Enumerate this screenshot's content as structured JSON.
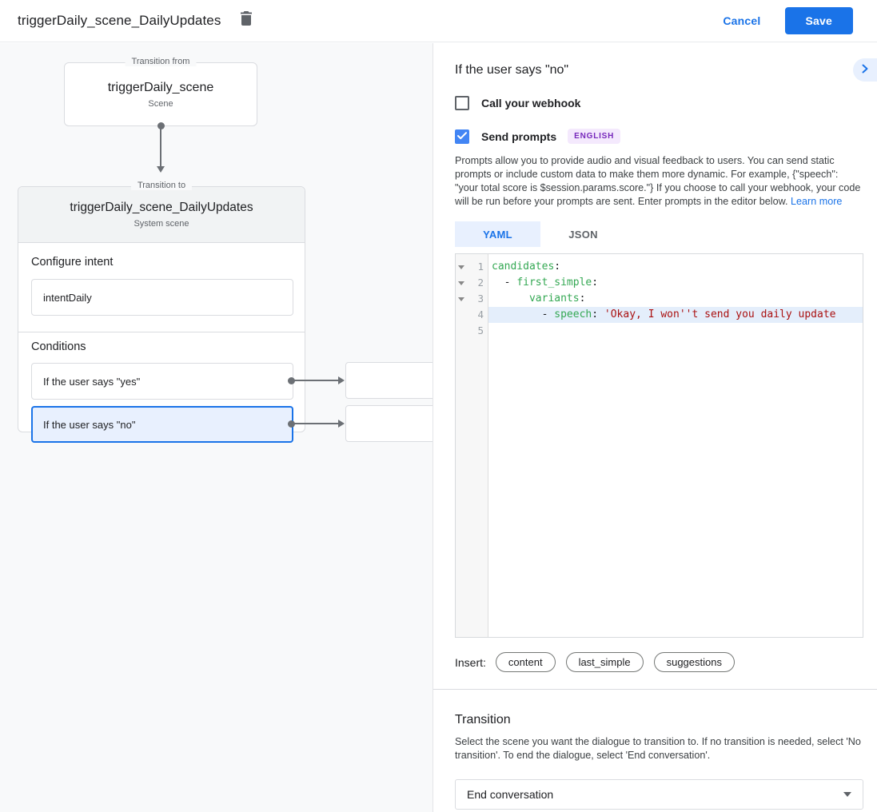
{
  "header": {
    "title": "triggerDaily_scene_DailyUpdates",
    "cancel_label": "Cancel",
    "save_label": "Save"
  },
  "canvas": {
    "from_box": {
      "legend": "Transition from",
      "title": "triggerDaily_scene",
      "subtitle": "Scene"
    },
    "to_card": {
      "legend": "Transition to",
      "title": "triggerDaily_scene_DailyUpdates",
      "subtitle": "System scene",
      "configure_intent_label": "Configure intent",
      "intent_value": "intentDaily",
      "conditions_label": "Conditions",
      "conditions": [
        {
          "label": "If the user says \"yes\"",
          "selected": false
        },
        {
          "label": "If the user says \"no\"",
          "selected": true
        }
      ]
    }
  },
  "panel": {
    "heading": "If the user says \"no\"",
    "webhook": {
      "label": "Call your webhook",
      "checked": false
    },
    "prompts": {
      "label": "Send prompts",
      "checked": true,
      "language_badge": "ENGLISH"
    },
    "description": "Prompts allow you to provide audio and visual feedback to users. You can send static prompts or include custom data to make them more dynamic. For example, {\"speech\": \"your total score is $session.params.score.\"} If you choose to call your webhook, your code will be run before your prompts are sent. Enter prompts in the editor below. ",
    "learn_more_label": "Learn more",
    "tabs": [
      {
        "label": "YAML",
        "active": true
      },
      {
        "label": "JSON",
        "active": false
      }
    ],
    "editor": {
      "gutter": [
        "1",
        "2",
        "3",
        "4",
        "5"
      ],
      "lines": [
        {
          "pre": "",
          "key": "candidates",
          "after": ":"
        },
        {
          "pre": "  - ",
          "key": "first_simple",
          "after": ":"
        },
        {
          "pre": "      ",
          "key": "variants",
          "after": ":"
        },
        {
          "pre": "        - ",
          "key": "speech",
          "after": ": ",
          "str": "'Okay, I won''t send you daily update"
        },
        {
          "pre": ""
        }
      ]
    },
    "insert": {
      "label": "Insert:",
      "chips": [
        "content",
        "last_simple",
        "suggestions"
      ]
    },
    "transition": {
      "heading": "Transition",
      "description": "Select the scene you want the dialogue to transition to. If no transition is needed, select 'No transition'. To end the dialogue, select 'End conversation'.",
      "select_value": "End conversation"
    }
  },
  "colors": {
    "accent_blue": "#1a73e8",
    "checkbox_blue": "#4285f4",
    "selected_condition_bg": "#e8f0fe",
    "badge_bg": "#f4e9fd",
    "badge_text": "#7627bb",
    "yaml_key_green": "#34a853",
    "yaml_string_red": "#aa1111",
    "canvas_bg": "#f8f9fa"
  }
}
